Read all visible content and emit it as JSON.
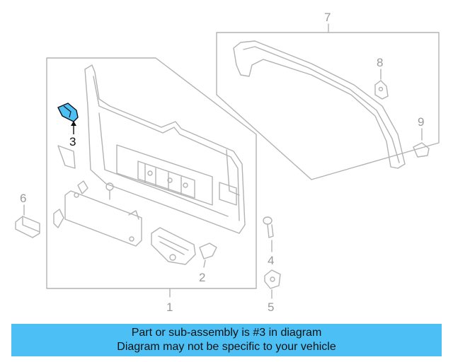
{
  "diagram": {
    "highlighted_part": "3",
    "highlight_color": "#4cc0f5",
    "line_color": "#b0b0b0",
    "callouts": {
      "c1": "1",
      "c2": "2",
      "c3": "3",
      "c4": "4",
      "c5": "5",
      "c6": "6",
      "c7": "7",
      "c8": "8",
      "c9": "9"
    }
  },
  "banner": {
    "line1": "Part or sub-assembly is #3 in diagram",
    "line2": "Diagram may not be specific to your vehicle",
    "background": "#4cc0f5"
  }
}
